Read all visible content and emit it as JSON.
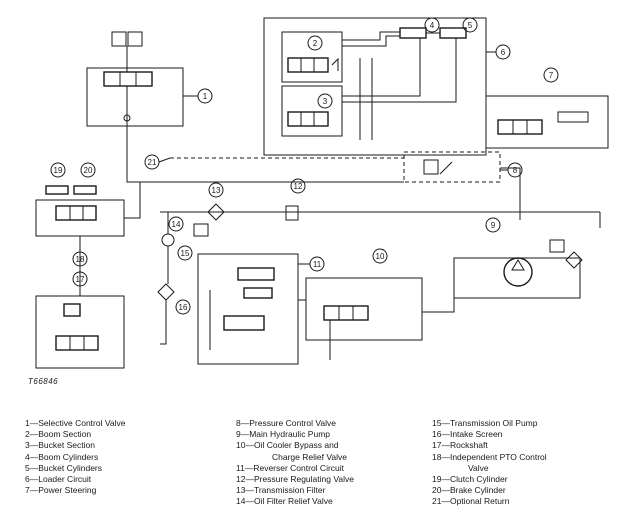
{
  "figure_id": "T66846",
  "callouts": [
    "1",
    "2",
    "3",
    "4",
    "5",
    "6",
    "7",
    "8",
    "9",
    "10",
    "11",
    "12",
    "13",
    "14",
    "15",
    "16",
    "17",
    "18",
    "19",
    "20",
    "21"
  ],
  "legend": {
    "col1": [
      "1—Selective Control Valve",
      "2—Boom Section",
      "3—Bucket Section",
      "4—Boom Cylinders",
      "5—Bucket Cylinders",
      "6—Loader Circuit",
      "7—Power Steering"
    ],
    "col2": [
      "8—Pressure Control Valve",
      "9—Main Hydraulic Pump",
      "10—Oil Cooler Bypass and",
      "Charge Relief Valve",
      "11—Reverser Control Circuit",
      "12—Pressure Regulating Valve",
      "13—Transmission Filter",
      "14—Oil Filter Relief Valve"
    ],
    "col3": [
      "15—Transmission Oil Pump",
      "16—Intake Screen",
      "17—Rockshaft",
      "18—Independent PTO Control",
      "Valve",
      "19—Clutch Cylinder",
      "20—Brake Cylinder",
      "21—Optional Return"
    ]
  }
}
